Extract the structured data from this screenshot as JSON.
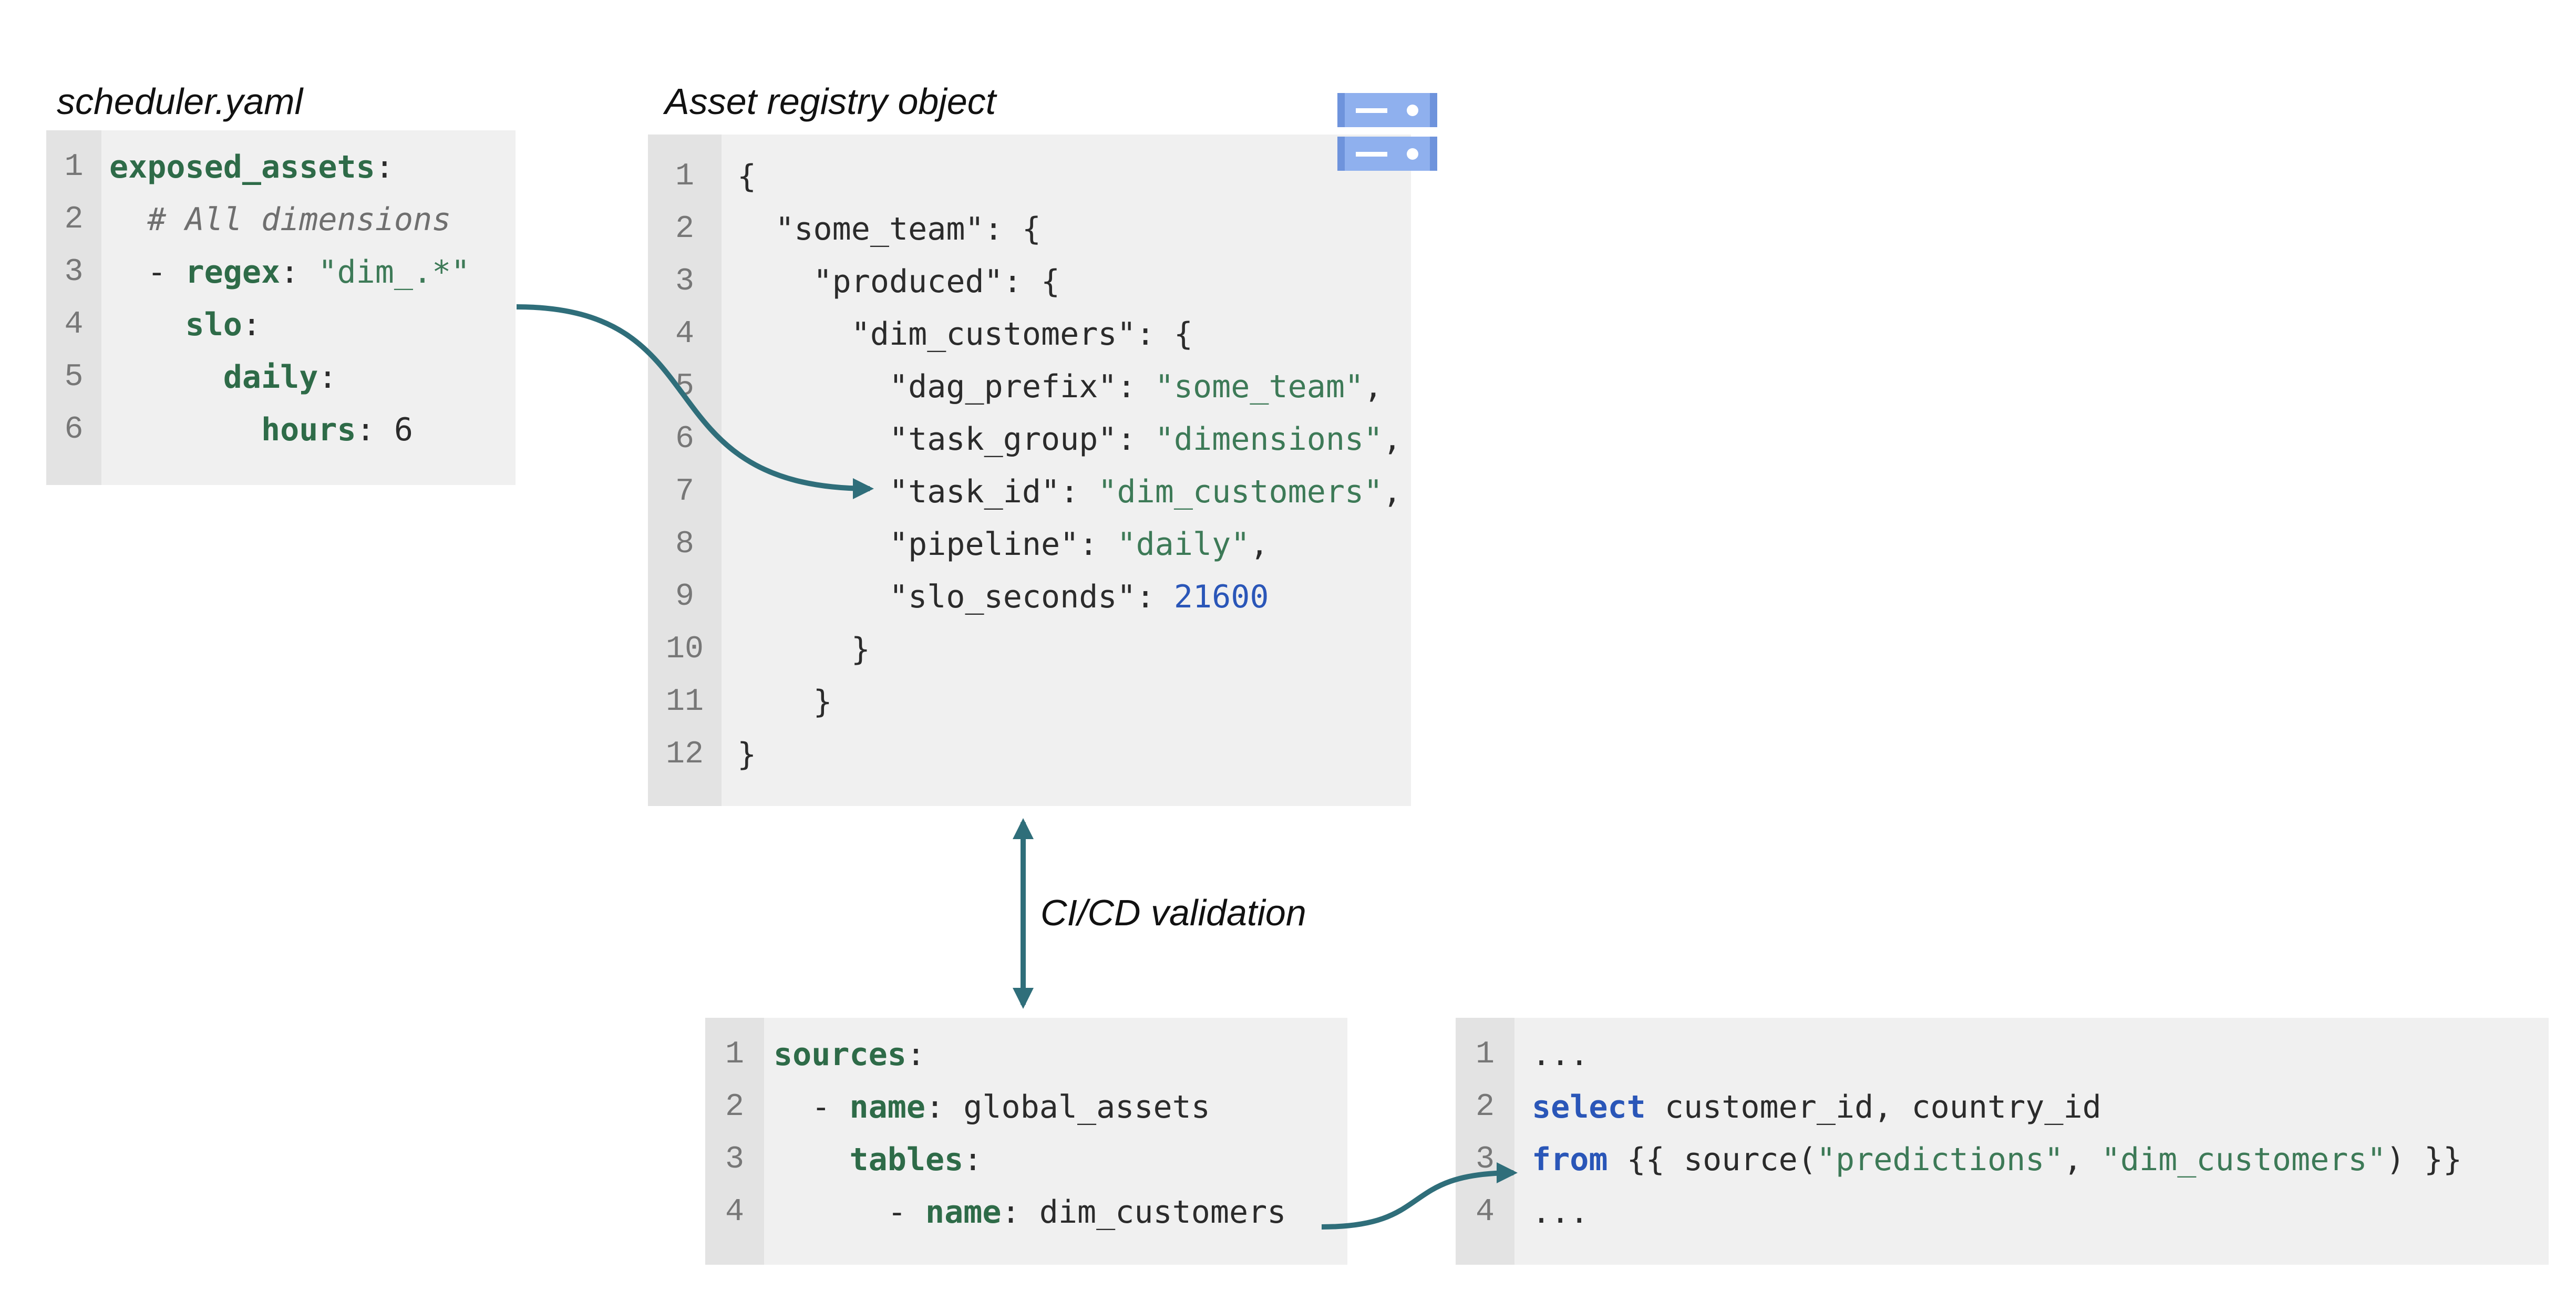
{
  "captions": {
    "scheduler_title": "scheduler.yaml",
    "registry_title": "Asset registry object",
    "validation_label": "CI/CD validation"
  },
  "blocks": {
    "scheduler": {
      "lines": [
        {
          "n": "1",
          "tokens": [
            {
              "t": "exposed_assets",
              "c": "k"
            },
            {
              "t": ":"
            }
          ]
        },
        {
          "n": "2",
          "tokens": [
            {
              "t": "  "
            },
            {
              "t": "# All dimensions",
              "c": "c"
            }
          ]
        },
        {
          "n": "3",
          "tokens": [
            {
              "t": "  - "
            },
            {
              "t": "regex",
              "c": "k"
            },
            {
              "t": ": "
            },
            {
              "t": "\"dim_.*\"",
              "c": "s"
            }
          ]
        },
        {
          "n": "4",
          "tokens": [
            {
              "t": "    "
            },
            {
              "t": "slo",
              "c": "k"
            },
            {
              "t": ":"
            }
          ]
        },
        {
          "n": "5",
          "tokens": [
            {
              "t": "      "
            },
            {
              "t": "daily",
              "c": "k"
            },
            {
              "t": ":"
            }
          ]
        },
        {
          "n": "6",
          "tokens": [
            {
              "t": "        "
            },
            {
              "t": "hours",
              "c": "k"
            },
            {
              "t": ": 6"
            }
          ]
        }
      ]
    },
    "registry": {
      "lines": [
        {
          "n": "1",
          "tokens": [
            {
              "t": "{"
            }
          ]
        },
        {
          "n": "2",
          "tokens": [
            {
              "t": "  \"some_team\": {"
            }
          ]
        },
        {
          "n": "3",
          "tokens": [
            {
              "t": "    \"produced\": {"
            }
          ]
        },
        {
          "n": "4",
          "tokens": [
            {
              "t": "      \"dim_customers\": {"
            }
          ]
        },
        {
          "n": "5",
          "tokens": [
            {
              "t": "        \"dag_prefix\": "
            },
            {
              "t": "\"some_team\"",
              "c": "s"
            },
            {
              "t": ","
            }
          ]
        },
        {
          "n": "6",
          "tokens": [
            {
              "t": "        \"task_group\": "
            },
            {
              "t": "\"dimensions\"",
              "c": "s"
            },
            {
              "t": ","
            }
          ]
        },
        {
          "n": "7",
          "tokens": [
            {
              "t": "        \"task_id\": "
            },
            {
              "t": "\"dim_customers\"",
              "c": "s"
            },
            {
              "t": ","
            }
          ]
        },
        {
          "n": "8",
          "tokens": [
            {
              "t": "        \"pipeline\": "
            },
            {
              "t": "\"daily\"",
              "c": "s"
            },
            {
              "t": ","
            }
          ]
        },
        {
          "n": "9",
          "tokens": [
            {
              "t": "        \"slo_seconds\": "
            },
            {
              "t": "21600",
              "c": "n"
            }
          ]
        },
        {
          "n": "10",
          "tokens": [
            {
              "t": "      }"
            }
          ]
        },
        {
          "n": "11",
          "tokens": [
            {
              "t": "    }"
            }
          ]
        },
        {
          "n": "12",
          "tokens": [
            {
              "t": "}"
            }
          ]
        }
      ]
    },
    "sources": {
      "lines": [
        {
          "n": "1",
          "tokens": [
            {
              "t": "sources",
              "c": "k"
            },
            {
              "t": ":"
            }
          ]
        },
        {
          "n": "2",
          "tokens": [
            {
              "t": "  - "
            },
            {
              "t": "name",
              "c": "k"
            },
            {
              "t": ": global_assets"
            }
          ]
        },
        {
          "n": "3",
          "tokens": [
            {
              "t": "    "
            },
            {
              "t": "tables",
              "c": "k"
            },
            {
              "t": ":"
            }
          ]
        },
        {
          "n": "4",
          "tokens": [
            {
              "t": "      - "
            },
            {
              "t": "name",
              "c": "k"
            },
            {
              "t": ": dim_customers"
            }
          ]
        }
      ]
    },
    "sql": {
      "lines": [
        {
          "n": "1",
          "tokens": [
            {
              "t": "..."
            }
          ]
        },
        {
          "n": "2",
          "tokens": [
            {
              "t": "select",
              "c": "kw"
            },
            {
              "t": " customer_id, country_id"
            }
          ]
        },
        {
          "n": "3",
          "tokens": [
            {
              "t": "from",
              "c": "kw"
            },
            {
              "t": " {{ source("
            },
            {
              "t": "\"predictions\"",
              "c": "s"
            },
            {
              "t": ", "
            },
            {
              "t": "\"dim_customers\"",
              "c": "s"
            },
            {
              "t": ") }}"
            }
          ]
        },
        {
          "n": "4",
          "tokens": [
            {
              "t": "..."
            }
          ]
        }
      ]
    }
  },
  "icons": {
    "registry_icon": "server-icon"
  },
  "colors": {
    "arrow": "#2f6e7a",
    "server_icon": "#8fb0ee"
  }
}
